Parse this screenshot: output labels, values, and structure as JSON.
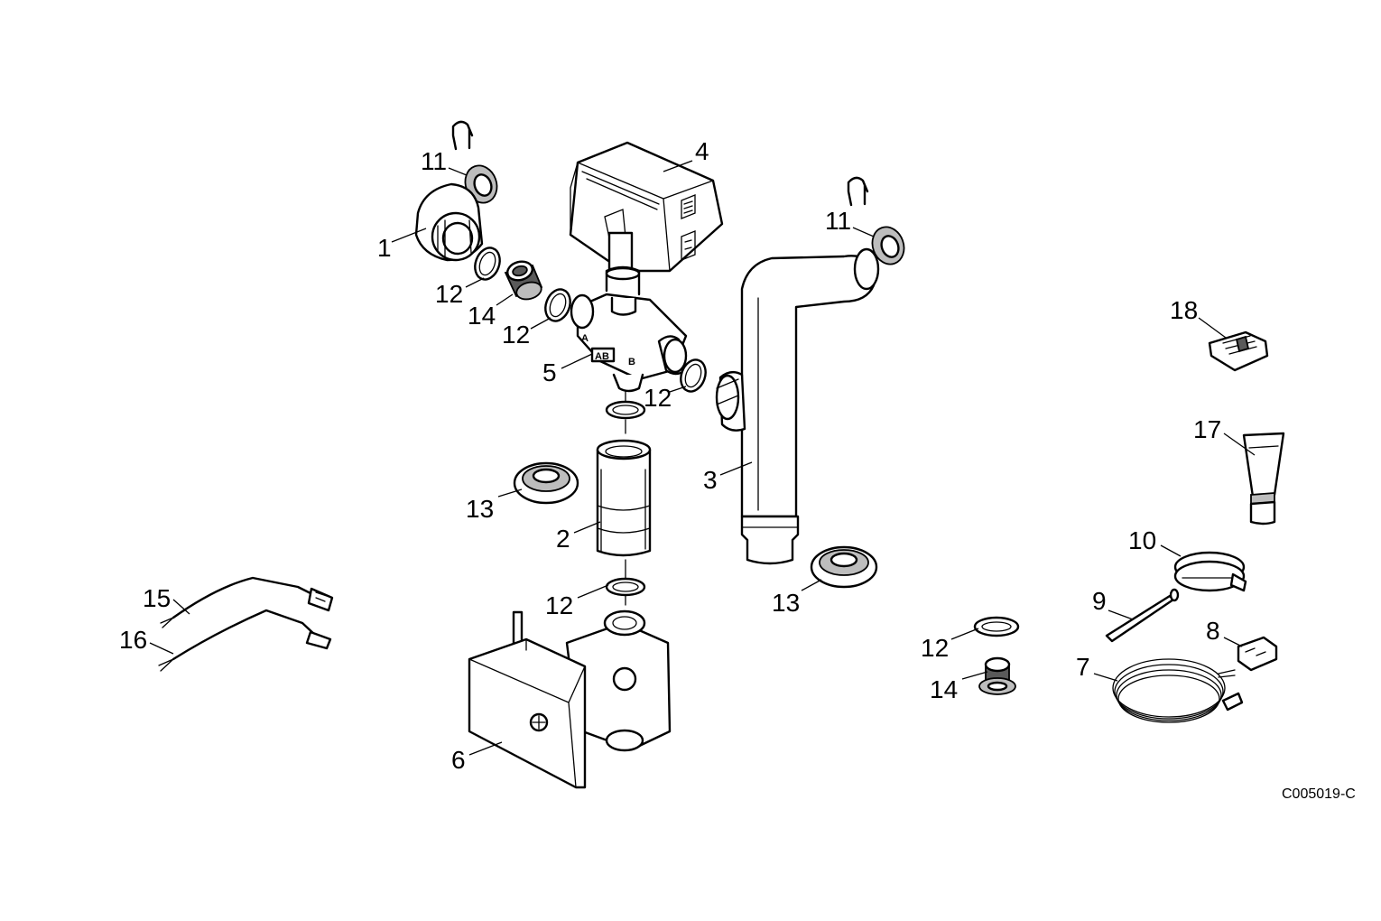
{
  "drawing_reference": "C005019-C",
  "callouts": {
    "c1": "1",
    "c2": "2",
    "c3": "3",
    "c4": "4",
    "c5": "5",
    "c6": "6",
    "c7": "7",
    "c8": "8",
    "c9": "9",
    "c10": "10",
    "c11a": "11",
    "c11b": "11",
    "c12a": "12",
    "c12b": "12",
    "c12c": "12",
    "c12d": "12",
    "c12e": "12",
    "c13a": "13",
    "c13b": "13",
    "c14a": "14",
    "c14b": "14",
    "c15": "15",
    "c16": "16",
    "c17": "17",
    "c18": "18"
  },
  "valve_markings": {
    "port_a": "A",
    "port_ab": "AB",
    "port_b": "B"
  }
}
